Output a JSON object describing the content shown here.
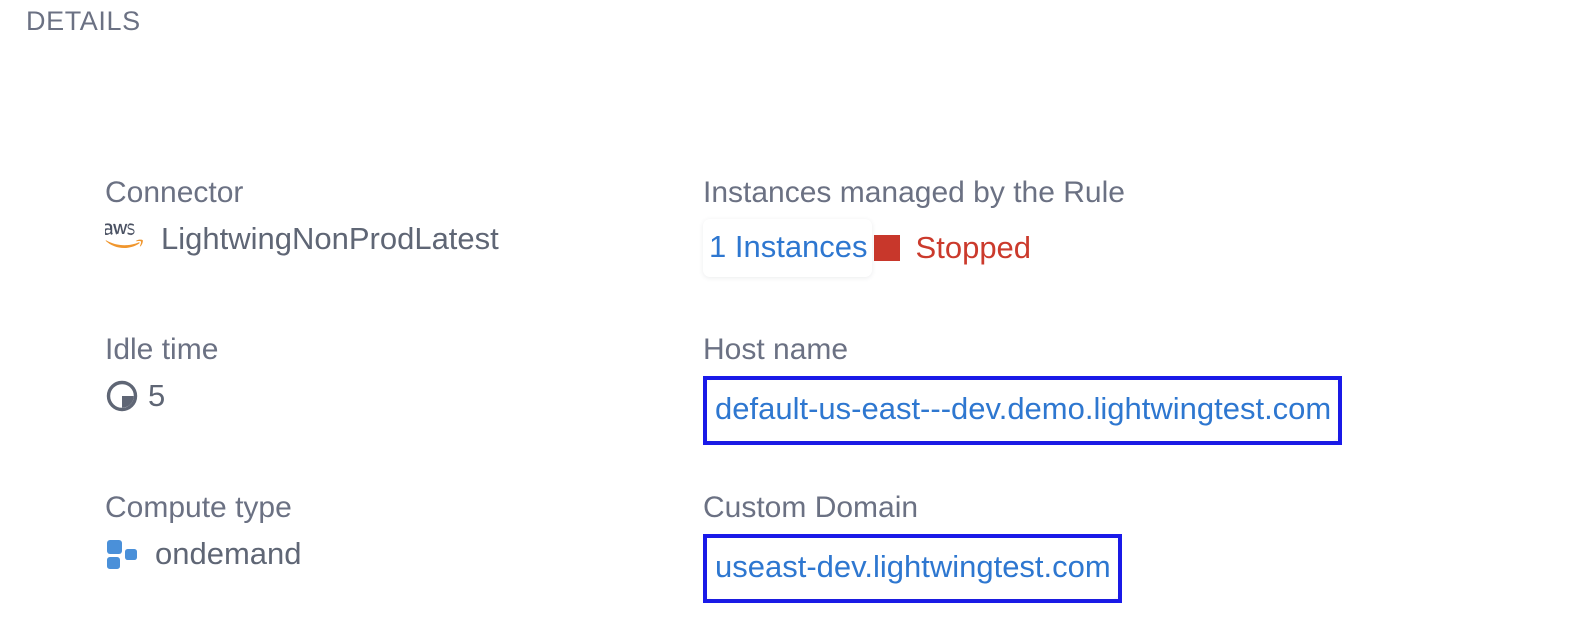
{
  "section": {
    "title": "DETAILS"
  },
  "colors": {
    "label": "#6b7183",
    "value": "#5f6675",
    "link": "#2e77d0",
    "status_stopped": "#cb3a2c",
    "annotation_border": "#1a1aea",
    "compute_icon": "#4a90d9",
    "aws_orange": "#f0962d"
  },
  "left_column": [
    {
      "label": "Connector",
      "icon": "aws-icon",
      "value": "LightwingNonProdLatest"
    },
    {
      "label": "Idle time",
      "icon": "clock-icon",
      "value": "5"
    },
    {
      "label": "Compute type",
      "icon": "compute-squares-icon",
      "value": "ondemand"
    }
  ],
  "right_column": {
    "instances": {
      "label": "Instances managed by the Rule",
      "count_label": "1 Instances",
      "status": "Stopped",
      "status_swatch": "red-square-icon"
    },
    "host_name": {
      "label": "Host name",
      "value": "default-us-east---dev.demo.lightwingtest.com"
    },
    "custom_domain": {
      "label": "Custom Domain",
      "value": "useast-dev.lightwingtest.com"
    }
  }
}
